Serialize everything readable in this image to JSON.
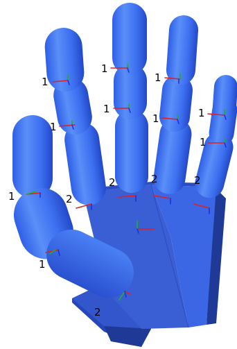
{
  "background_color": "#ffffff",
  "colors": {
    "finger_light": "#4f86f7",
    "finger_mid": "#3b6ff0",
    "finger_dark": "#2a55d8",
    "palm_face": "#3a60d6",
    "palm_side": "#2547b8",
    "palm_edge": "#1f3a96",
    "axis_x": "#e02020",
    "axis_y": "#20b020",
    "axis_z": "#2030e0"
  },
  "joint_labels": {
    "pinky_distal": "1",
    "pinky_proximal": "1",
    "ring_distal": "1",
    "ring_proximal": "1",
    "middle_distal": "1",
    "middle_proximal": "1",
    "index_distal": "1",
    "index_proximal": "1",
    "thumb_mid": "1",
    "thumb_base": "1",
    "mcp_index": "2",
    "mcp_middle": "2",
    "mcp_ring": "2",
    "mcp_pinky": "2",
    "thumb_cmc": "2"
  }
}
